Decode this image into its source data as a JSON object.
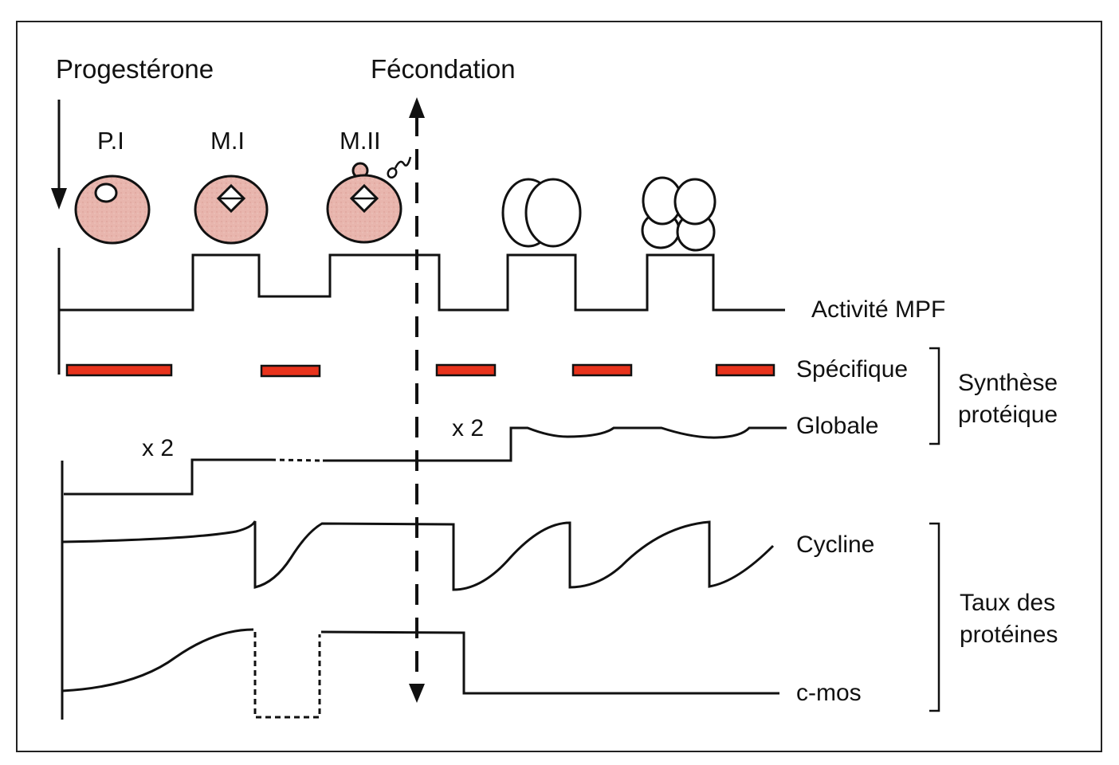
{
  "title_left": "Progestérone",
  "title_right": "Fécondation",
  "stages": [
    "P.I",
    "M.I",
    "M.II"
  ],
  "colors": {
    "oocyte_fill": "#e8b5ad",
    "specific_synthesis": "#e8331c",
    "line": "#111111",
    "background": "#ffffff"
  },
  "traces": {
    "mpf": "Activité MPF",
    "specific": "Spécifique",
    "global": "Globale",
    "cyclin": "Cycline",
    "cmos": "c-mos"
  },
  "groups": {
    "synthesis_line1": "Synthèse",
    "synthesis_line2": "protéique",
    "levels_line1": "Taux des",
    "levels_line2": "protéines"
  },
  "annotations": {
    "fold_1": "x 2",
    "fold_2": "x 2"
  },
  "icons": {
    "progesterone_arrow": "arrow-down-icon",
    "fertilization_arrow": "double-arrow-vertical-dashed",
    "sperm": "sperm-icon",
    "oocytes": [
      "oocyte-prophase-I-icon",
      "oocyte-metaphase-I-icon",
      "oocyte-metaphase-II-icon"
    ],
    "embryos": [
      "two-cell-embryo-icon",
      "four-cell-embryo-icon"
    ]
  }
}
